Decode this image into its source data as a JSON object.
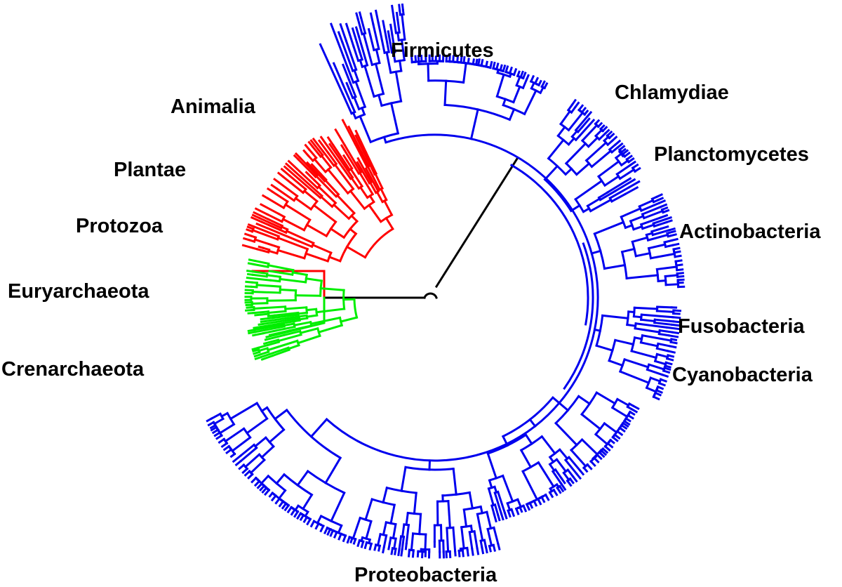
{
  "colors": {
    "bacteria": "#0000ee",
    "eukaryota": "#ff0000",
    "archaea": "#00ee00",
    "root": "#000000"
  },
  "labels": {
    "firmicutes": "Firmicutes",
    "chlamydiae": "Chlamydiae",
    "planctomycetes": "Planctomycetes",
    "actinobacteria": "Actinobacteria",
    "fusobacteria": "Fusobacteria",
    "cyanobacteria": "Cyanobacteria",
    "proteobacteria": "Proteobacteria",
    "animalia": "Animalia",
    "plantae": "Plantae",
    "protozoa": "Protozoa",
    "euryarchaeota": "Euryarchaeota",
    "crenarchaeota": "Crenarchaeota"
  }
}
